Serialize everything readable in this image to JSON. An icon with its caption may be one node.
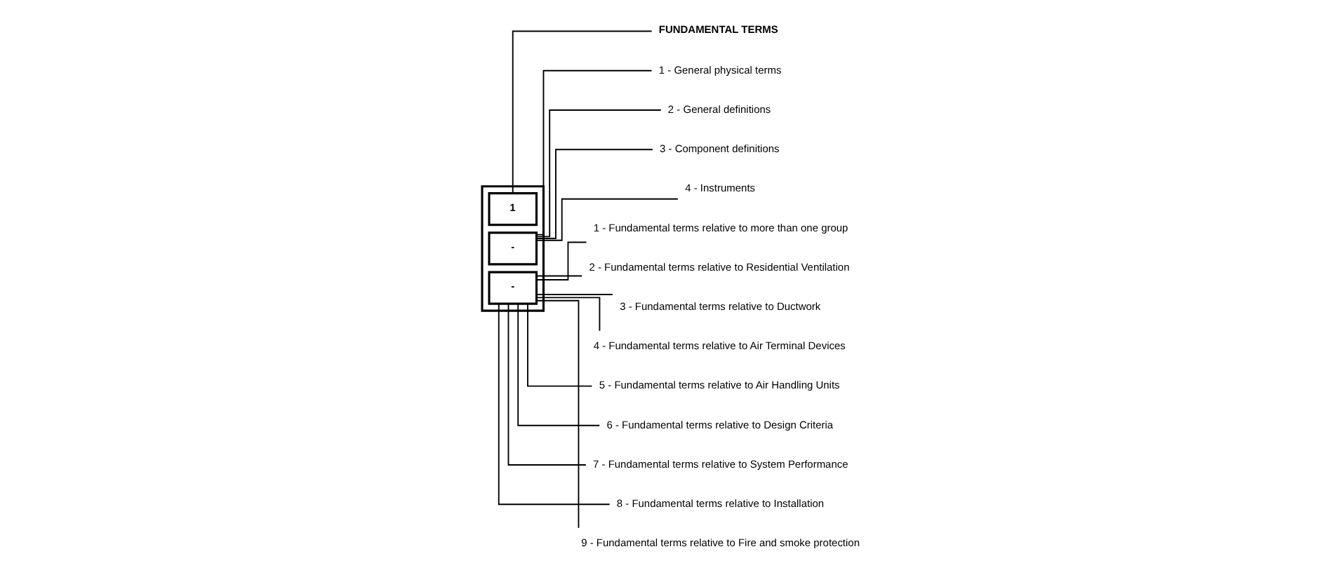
{
  "diagram": {
    "nodes": [
      {
        "text": [],
        "shape": "box"
      },
      {
        "text": [
          "1"
        ],
        "in": 0
      },
      {
        "text": [
          "-"
        ],
        "in": 0
      },
      {
        "text": [
          "-"
        ],
        "in": 0
      },
      {
        "text": [
          "1 - General physical terms"
        ]
      },
      {
        "text": [
          "2 - General definitions"
        ]
      },
      {
        "text": [
          "3 - Component definitions"
        ]
      },
      {
        "text": [
          "4 - Instruments"
        ]
      },
      {
        "text": [
          "FUNDAMENTAL TERMS"
        ]
      },
      {
        "text": [
          "1 - Fundamental terms relative to more than one group"
        ]
      },
      {
        "text": [
          "2 - Fundamental terms relative to Residential Ventilation"
        ]
      },
      {
        "text": [
          "3 - Fundamental terms relative to Ductwork"
        ]
      },
      {
        "text": [
          "4 - Fundamental terms relative to Air Terminal Devices"
        ]
      },
      {
        "text": [
          "5 - Fundamental terms relative to Air Handling Units"
        ]
      },
      {
        "text": [
          "6 - Fundamental terms relative to Design Criteria"
        ]
      },
      {
        "text": [
          "7 - Fundamental terms relative to System Performance"
        ]
      },
      {
        "text": [
          "8 - Fundamental terms relative to Installation"
        ]
      },
      {
        "text": [
          "9 - Fundamental terms relative to Fire and smoke protection"
        ]
      }
    ],
    "edges": [
      {
        "from": 1,
        "to": 8,
        "arrow": "none"
      },
      {
        "from": 2,
        "to": 4,
        "arrow": "none"
      },
      {
        "from": 2,
        "to": 5,
        "arrow": "none"
      },
      {
        "from": 2,
        "to": 6,
        "arrow": "none"
      },
      {
        "from": 2,
        "to": 7,
        "arrow": "none"
      },
      {
        "from": 3,
        "to": 9,
        "arrow": "none"
      },
      {
        "from": 3,
        "to": 10,
        "arrow": "none"
      },
      {
        "from": 3,
        "to": 11,
        "arrow": "none"
      },
      {
        "from": 3,
        "to": 12,
        "arrow": "none"
      },
      {
        "from": 3,
        "to": 13,
        "arrow": "none"
      },
      {
        "from": 3,
        "to": 14,
        "arrow": "none"
      },
      {
        "from": 3,
        "to": 15,
        "arrow": "none"
      },
      {
        "from": 3,
        "to": 16,
        "arrow": "none"
      },
      {
        "from": 3,
        "to": 17,
        "arrow": "none"
      }
    ]
  }
}
